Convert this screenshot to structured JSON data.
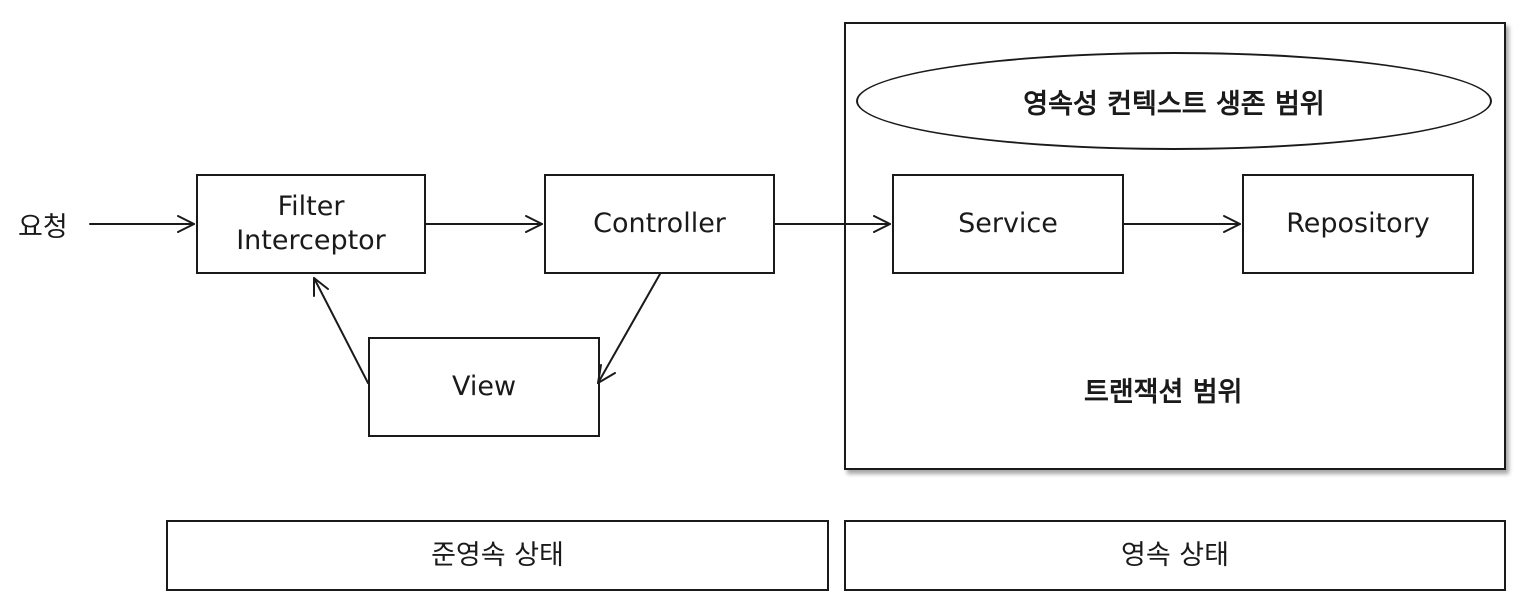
{
  "request_label": "요청",
  "boxes": {
    "filter_line1": "Filter",
    "filter_line2": "Interceptor",
    "controller": "Controller",
    "view": "View",
    "service": "Service",
    "repository": "Repository"
  },
  "scopes": {
    "persistence_context": "영속성 컨텍스트 생존 범위",
    "transaction": "트랜잭션 범위"
  },
  "states": {
    "semi_persistent": "준영속 상태",
    "persistent": "영속 상태"
  }
}
